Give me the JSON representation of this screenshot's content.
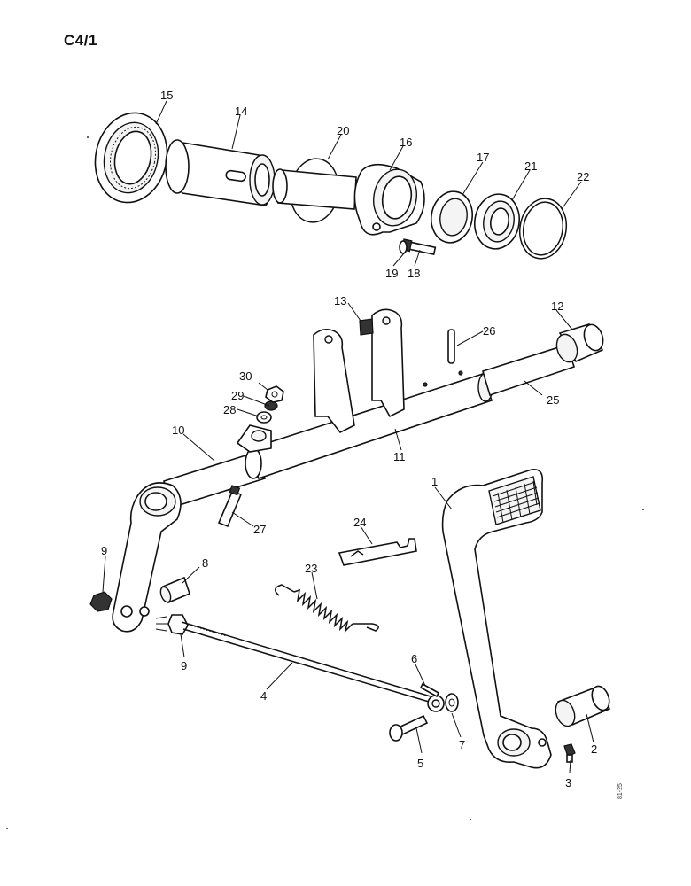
{
  "page_code": "C4/1",
  "drawing_ref": "81-25",
  "callouts": [
    {
      "id": "c1",
      "label": "1"
    },
    {
      "id": "c2",
      "label": "2"
    },
    {
      "id": "c3",
      "label": "3"
    },
    {
      "id": "c4",
      "label": "4"
    },
    {
      "id": "c5",
      "label": "5"
    },
    {
      "id": "c6",
      "label": "6"
    },
    {
      "id": "c7",
      "label": "7"
    },
    {
      "id": "c8",
      "label": "8"
    },
    {
      "id": "c9a",
      "label": "9"
    },
    {
      "id": "c9b",
      "label": "9"
    },
    {
      "id": "c10",
      "label": "10"
    },
    {
      "id": "c11",
      "label": "11"
    },
    {
      "id": "c12",
      "label": "12"
    },
    {
      "id": "c13",
      "label": "13"
    },
    {
      "id": "c14",
      "label": "14"
    },
    {
      "id": "c15",
      "label": "15"
    },
    {
      "id": "c16",
      "label": "16"
    },
    {
      "id": "c17",
      "label": "17"
    },
    {
      "id": "c18",
      "label": "18"
    },
    {
      "id": "c19",
      "label": "19"
    },
    {
      "id": "c20",
      "label": "20"
    },
    {
      "id": "c21",
      "label": "21"
    },
    {
      "id": "c22",
      "label": "22"
    },
    {
      "id": "c23",
      "label": "23"
    },
    {
      "id": "c24",
      "label": "24"
    },
    {
      "id": "c25",
      "label": "25"
    },
    {
      "id": "c26",
      "label": "26"
    },
    {
      "id": "c27",
      "label": "27"
    },
    {
      "id": "c28",
      "label": "28"
    },
    {
      "id": "c29",
      "label": "29"
    },
    {
      "id": "c30",
      "label": "30"
    }
  ]
}
